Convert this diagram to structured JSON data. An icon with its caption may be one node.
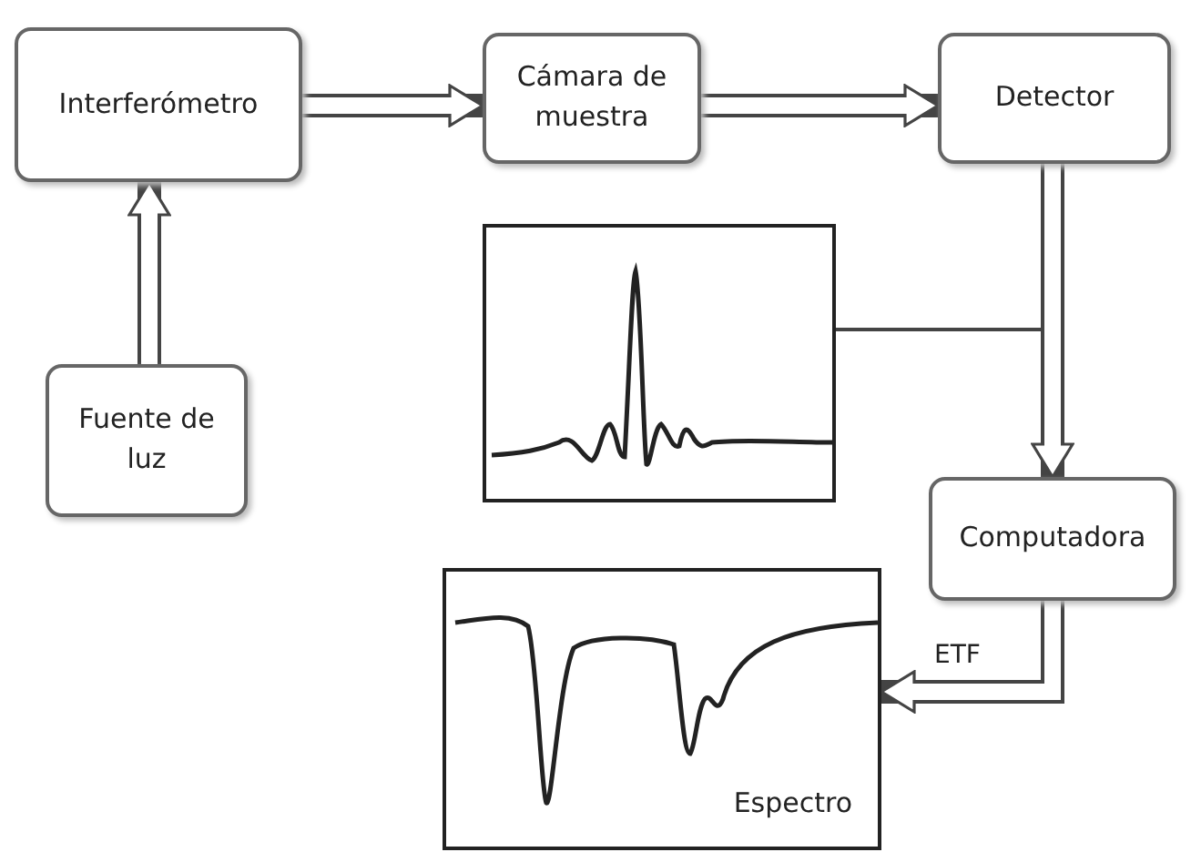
{
  "diagram": {
    "nodes": [
      {
        "text": [
          "Interferómetro"
        ]
      },
      {
        "text": [
          "Cámara de muestra"
        ]
      },
      {
        "text": [
          "Detector"
        ]
      },
      {
        "text": [
          "Fuente de luz"
        ]
      },
      {
        "text": [],
        "shape": "picture"
      },
      {
        "text": [
          "Computadora"
        ]
      },
      {
        "text": [
          "Espectro"
        ]
      }
    ],
    "edges": [
      {
        "from": 3,
        "to": 0,
        "arrow": "to"
      },
      {
        "from": 0,
        "to": 1,
        "arrow": "to"
      },
      {
        "from": 1,
        "to": 2,
        "arrow": "to"
      },
      {
        "from": 2,
        "to": 5,
        "arrow": "to"
      },
      {
        "from": 4,
        "to": 5,
        "arrow": "none"
      },
      {
        "from": 5,
        "to": 6,
        "arrow": "to",
        "label": "ETF"
      }
    ]
  }
}
